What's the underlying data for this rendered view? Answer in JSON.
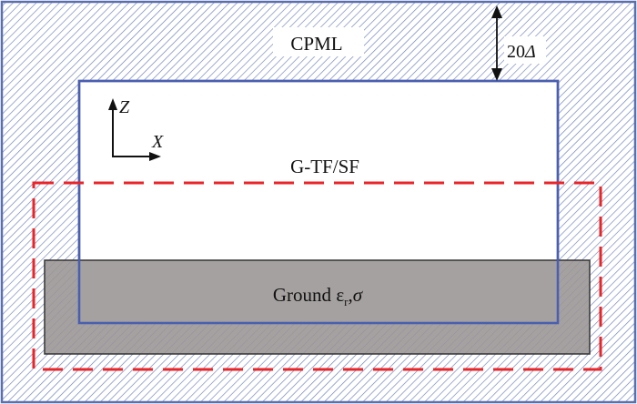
{
  "labels": {
    "outer_region": "CPML",
    "thickness_value": "20",
    "thickness_unit": "Δ",
    "axis_z": "Z",
    "axis_x": "X",
    "inner_region": "G-TF/SF",
    "ground_prefix": "Ground ",
    "ground_eps": "ε",
    "ground_eps_sub": "r",
    "ground_sep": ",",
    "ground_sigma": "σ"
  },
  "colors": {
    "outer_border": "#5a6fae",
    "hatch": "#6b7fb8",
    "inner_border": "#4a5fb0",
    "dashed_box": "#e8262a",
    "ground_fill": "#9a9494",
    "ground_border": "#333333",
    "arrow": "#111111"
  }
}
